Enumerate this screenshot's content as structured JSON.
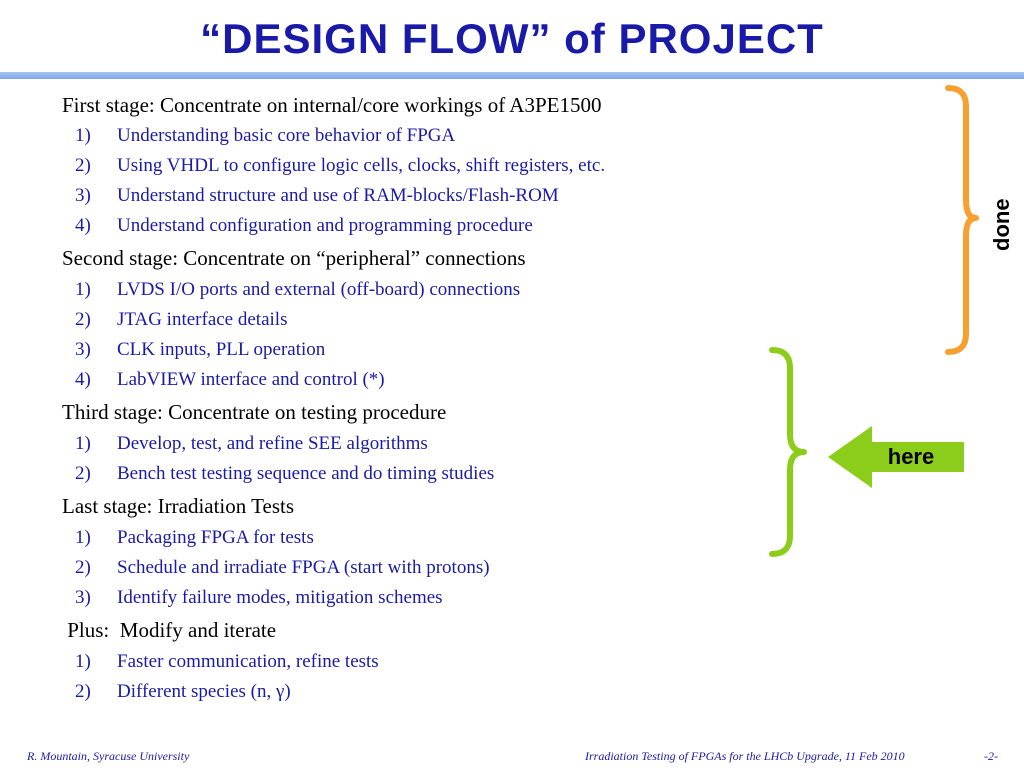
{
  "title": "“DESIGN FLOW” of PROJECT",
  "stages": [
    {
      "heading": "First stage:  Concentrate on internal/core workings of A3PE1500",
      "items": [
        {
          "num": "1)",
          "text": "Understanding basic core behavior of FPGA"
        },
        {
          "num": "2)",
          "text": "Using VHDL to configure logic cells, clocks, shift registers, etc."
        },
        {
          "num": "3)",
          "text": "Understand structure and use of RAM-blocks/Flash-ROM"
        },
        {
          "num": "4)",
          "text": "Understand configuration and programming procedure"
        }
      ]
    },
    {
      "heading": "Second stage:  Concentrate on “peripheral” connections",
      "items": [
        {
          "num": "1)",
          "text": "LVDS I/O ports and external (off-board) connections"
        },
        {
          "num": "2)",
          "text": "JTAG interface details"
        },
        {
          "num": "3)",
          "text": "CLK inputs, PLL operation"
        },
        {
          "num": "4)",
          "text": "LabVIEW interface and control (*)"
        }
      ]
    },
    {
      "heading": "Third stage:  Concentrate on testing procedure",
      "items": [
        {
          "num": "1)",
          "text": "Develop, test, and refine SEE algorithms"
        },
        {
          "num": "2)",
          "text": "Bench test testing sequence and do timing studies"
        }
      ]
    },
    {
      "heading": "Last stage:  Irradiation Tests",
      "items": [
        {
          "num": "1)",
          "text": "Packaging FPGA for tests"
        },
        {
          "num": "2)",
          "text": "Schedule and irradiate FPGA (start with protons)"
        },
        {
          "num": "3)",
          "text": "Identify failure modes, mitigation schemes"
        }
      ]
    },
    {
      "heading": " Plus:  Modify and iterate",
      "items": [
        {
          "num": "1)",
          "text": "Faster communication, refine tests"
        },
        {
          "num": "2)",
          "text": "Different species (n, γ)"
        }
      ]
    }
  ],
  "annotations": {
    "done_label": "done",
    "here_label": "here",
    "done_brace_color": "#f7a030",
    "here_brace_color": "#8ccc1a",
    "here_arrow_color": "#8ccc1a"
  },
  "footer": {
    "left": "R. Mountain, Syracuse University",
    "right": "Irradiation Testing of FPGAs for the LHCb Upgrade, 11 Feb 2010",
    "page": "-2-"
  },
  "theme": {
    "title_color": "#1a1aa8",
    "item_color": "#1a1aa8",
    "heading_color": "#000000"
  }
}
